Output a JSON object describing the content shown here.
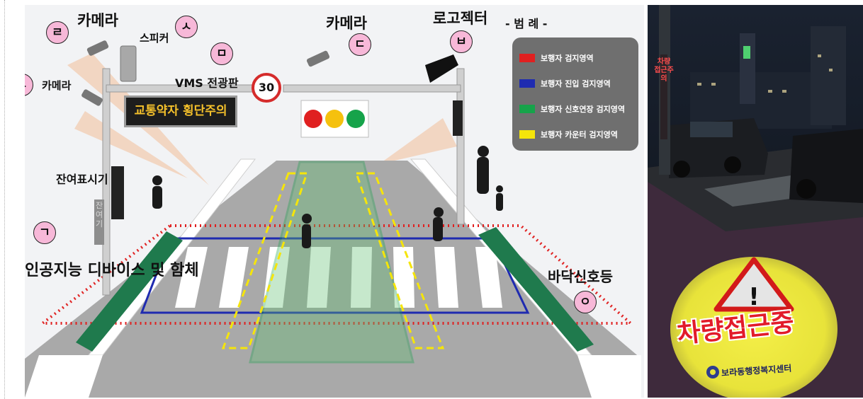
{
  "labels": {
    "camera_top": "카메라",
    "camera_left": "카메라",
    "camera_center": "카메라",
    "speaker": "스피커",
    "vms": "VMS 전광판",
    "projector": "로고젝터",
    "remaining_indicator": "잔여표시기",
    "ai_device": "인공지능 디바이스 및 함체",
    "floor_signal": "바닥신호등"
  },
  "markers": {
    "giyeok": "ㄱ",
    "nieun": "ㄴ",
    "digeut": "ㄷ",
    "rieul": "ㄹ",
    "mieum": "ㅁ",
    "bieup": "ㅂ",
    "siot": "ㅅ",
    "ieung": "ㅇ"
  },
  "vms_text": "교통약자 횡단주의",
  "speed_limit": "30",
  "remaining_box_text": "잔여기",
  "legend": {
    "title": "- 범 례 -",
    "items": [
      {
        "label": "보행자 검지영역",
        "color": "#e02020"
      },
      {
        "label": "보행자 진입 검지영역",
        "color": "#1f2bb0"
      },
      {
        "label": "보행자 신호연장 검지영역",
        "color": "#16a34a"
      },
      {
        "label": "보행자 카운터 검지영역",
        "color": "#f5e50a"
      }
    ]
  },
  "photo": {
    "warning_text": "차량접근중",
    "org_text": "보라동행정복지센터",
    "pole_text": "차량 접근주의"
  }
}
